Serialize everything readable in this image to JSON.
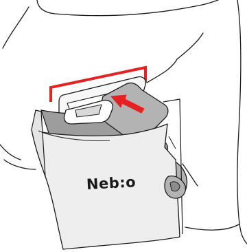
{
  "illustration": {
    "brand_text": "Neb:o",
    "colors": {
      "outline": "#1a1a1a",
      "highlight": "#e52222",
      "paper": "#eeeeee",
      "buckle": "#b3b3b3",
      "buckle_dark": "#8c8c8c",
      "slot": "#f7f7f7"
    },
    "icons": [
      "highlight-bracket",
      "direction-arrow"
    ]
  }
}
